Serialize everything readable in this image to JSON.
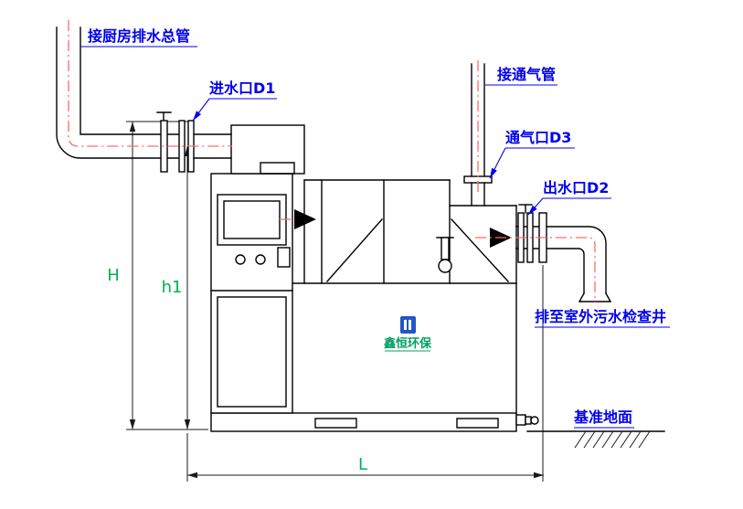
{
  "diagram": {
    "labels": {
      "kitchen_main_pipe": "接厨房排水总管",
      "inlet_port": "进水口D1",
      "vent_pipe": "接通气管",
      "vent_port": "通气口D3",
      "outlet_port": "出水口D2",
      "discharge_note": "排至室外污水检查井",
      "datum_ground": "基准地面"
    },
    "dimensions": {
      "overall_height": "H",
      "inlet_height": "h1",
      "overall_length": "L"
    },
    "watermark": {
      "brand": "鑫恒环保"
    },
    "colors": {
      "label_blue": "#0000ee",
      "dimension_green": "#00b050",
      "centerline_red": "#ff6a6a",
      "line_black": "#000000",
      "logo_blue": "#2257c5"
    }
  }
}
